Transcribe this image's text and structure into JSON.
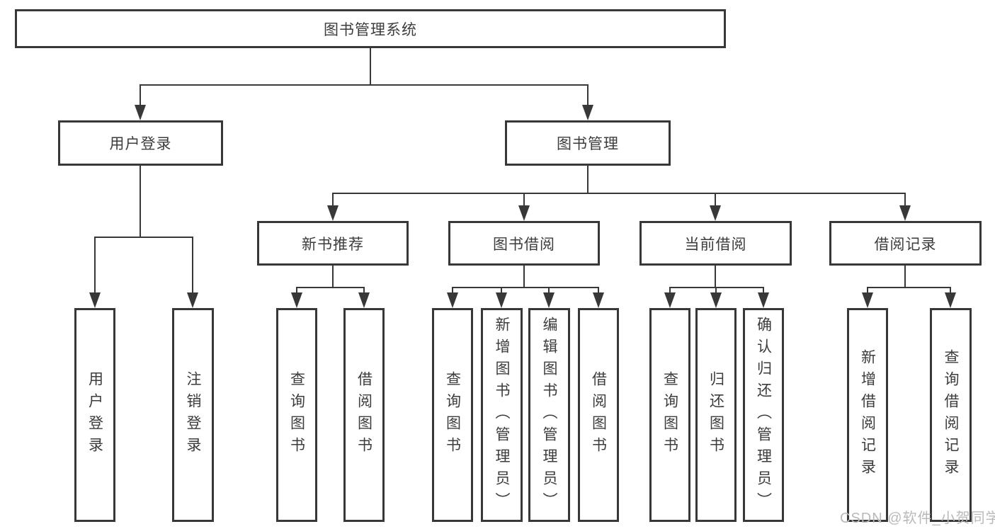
{
  "tree": {
    "label": "图书管理系统",
    "children": [
      {
        "label": "用户登录",
        "children": [
          {
            "label": "用户登录"
          },
          {
            "label": "注销登录"
          }
        ]
      },
      {
        "label": "图书管理",
        "children": [
          {
            "label": "新书推荐",
            "children": [
              {
                "label": "查询图书"
              },
              {
                "label": "借阅图书"
              }
            ]
          },
          {
            "label": "图书借阅",
            "children": [
              {
                "label": "查询图书"
              },
              {
                "label": "新增图书（管理员）"
              },
              {
                "label": "编辑图书（管理员）"
              },
              {
                "label": "借阅图书"
              }
            ]
          },
          {
            "label": "当前借阅",
            "children": [
              {
                "label": "查询图书"
              },
              {
                "label": "归还图书"
              },
              {
                "label": "确认归还（管理员）"
              }
            ]
          },
          {
            "label": "借阅记录",
            "children": [
              {
                "label": "新增借阅记录"
              },
              {
                "label": "查询借阅记录"
              }
            ]
          }
        ]
      }
    ]
  },
  "watermark": {
    "text": "CSDN @软件_小贺同学"
  },
  "colors": {
    "line": "#383838",
    "text": "#3c3c3c",
    "watermark": "#b9b9b9",
    "background": "#ffffff"
  }
}
